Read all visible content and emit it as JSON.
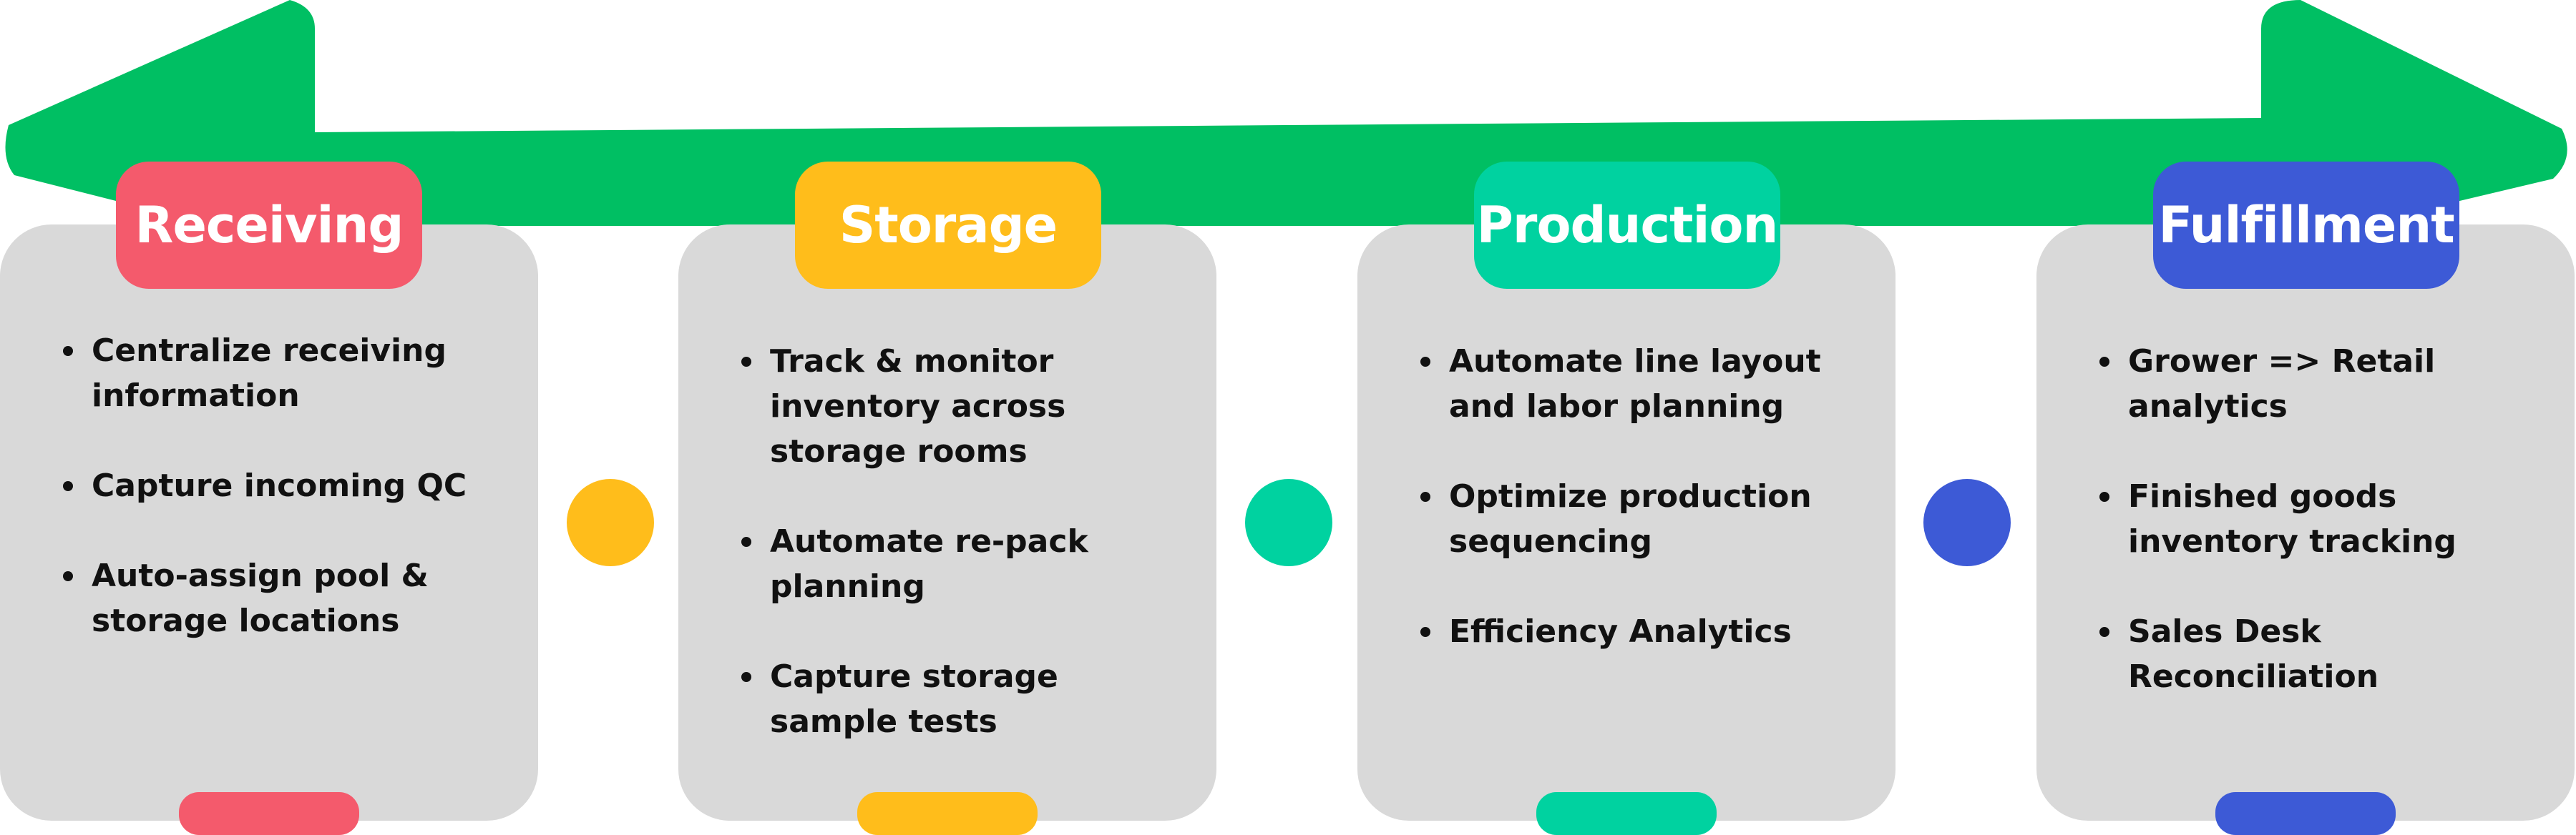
{
  "colors": {
    "arrow": "#00bf63",
    "card_bg": "#d9d9d9",
    "text": "#111111"
  },
  "stages": [
    {
      "title": "Receiving",
      "color": "#f45a6c",
      "items": [
        "Centralize receiving information",
        "Capture incoming QC",
        "Auto-assign pool & storage locations"
      ]
    },
    {
      "title": "Storage",
      "color": "#ffbd1b",
      "items": [
        "Track & monitor inventory across storage rooms",
        "Automate re-pack planning",
        "Capture storage sample tests"
      ]
    },
    {
      "title": "Production",
      "color": "#00d2a0",
      "items": [
        "Automate line layout and labor planning",
        "Optimize production sequencing",
        "Efficiency Analytics"
      ]
    },
    {
      "title": "Fulfillment",
      "color": "#3d5ad6",
      "items": [
        "Grower => Retail analytics",
        "Finished goods inventory tracking",
        "Sales Desk Reconciliation"
      ]
    }
  ]
}
